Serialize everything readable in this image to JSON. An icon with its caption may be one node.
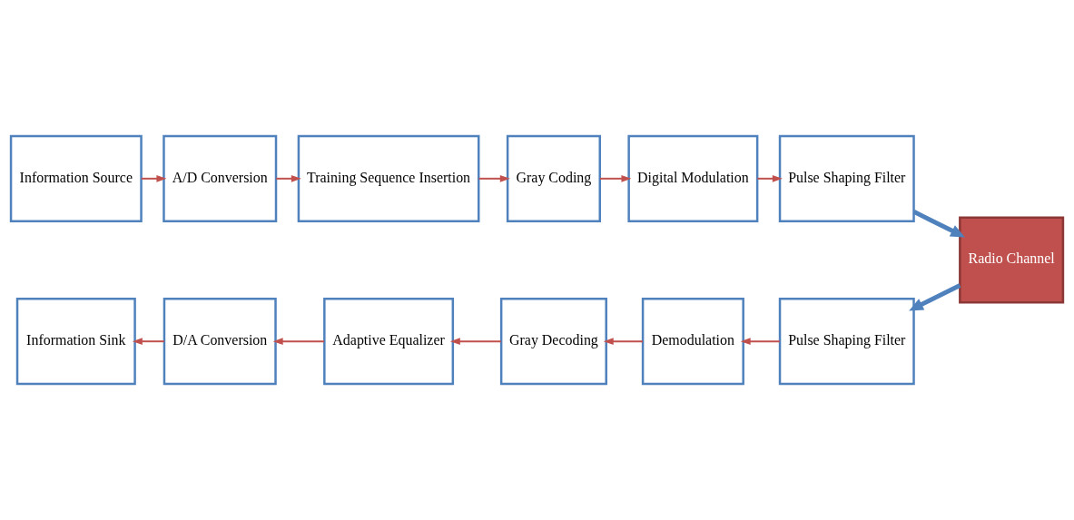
{
  "diagram": {
    "nodes": [
      {
        "text": [
          "Information Source"
        ]
      },
      {
        "text": [
          "A/D Conversion"
        ]
      },
      {
        "text": [
          "Training Sequence Insertion"
        ]
      },
      {
        "text": [
          "Gray Coding"
        ]
      },
      {
        "text": [
          "Digital Modulation"
        ]
      },
      {
        "text": [
          "Pulse Shaping Filter"
        ]
      },
      {
        "text": [
          "Radio Channel"
        ]
      },
      {
        "text": [
          "Information Sink"
        ]
      },
      {
        "text": [
          "D/A Conversion"
        ]
      },
      {
        "text": [
          "Adaptive Equalizer"
        ]
      },
      {
        "text": [
          "Gray Decoding"
        ]
      },
      {
        "text": [
          "Demodulation"
        ]
      },
      {
        "text": [
          "Pulse Shaping Filter"
        ]
      }
    ],
    "edges": [
      {
        "from": 0,
        "to": 1,
        "arrow": "to"
      },
      {
        "from": 1,
        "to": 2,
        "arrow": "to"
      },
      {
        "from": 2,
        "to": 3,
        "arrow": "to"
      },
      {
        "from": 3,
        "to": 4,
        "arrow": "to"
      },
      {
        "from": 4,
        "to": 5,
        "arrow": "to"
      },
      {
        "from": 5,
        "to": 6,
        "arrow": "to",
        "style": "thick",
        "color": "#4f81bd"
      },
      {
        "from": 6,
        "to": 12,
        "arrow": "to",
        "style": "thick",
        "color": "#4f81bd"
      },
      {
        "from": 12,
        "to": 11,
        "arrow": "to"
      },
      {
        "from": 11,
        "to": 10,
        "arrow": "to"
      },
      {
        "from": 10,
        "to": 9,
        "arrow": "to"
      },
      {
        "from": 9,
        "to": 8,
        "arrow": "to"
      },
      {
        "from": 8,
        "to": 7,
        "arrow": "to"
      }
    ]
  }
}
